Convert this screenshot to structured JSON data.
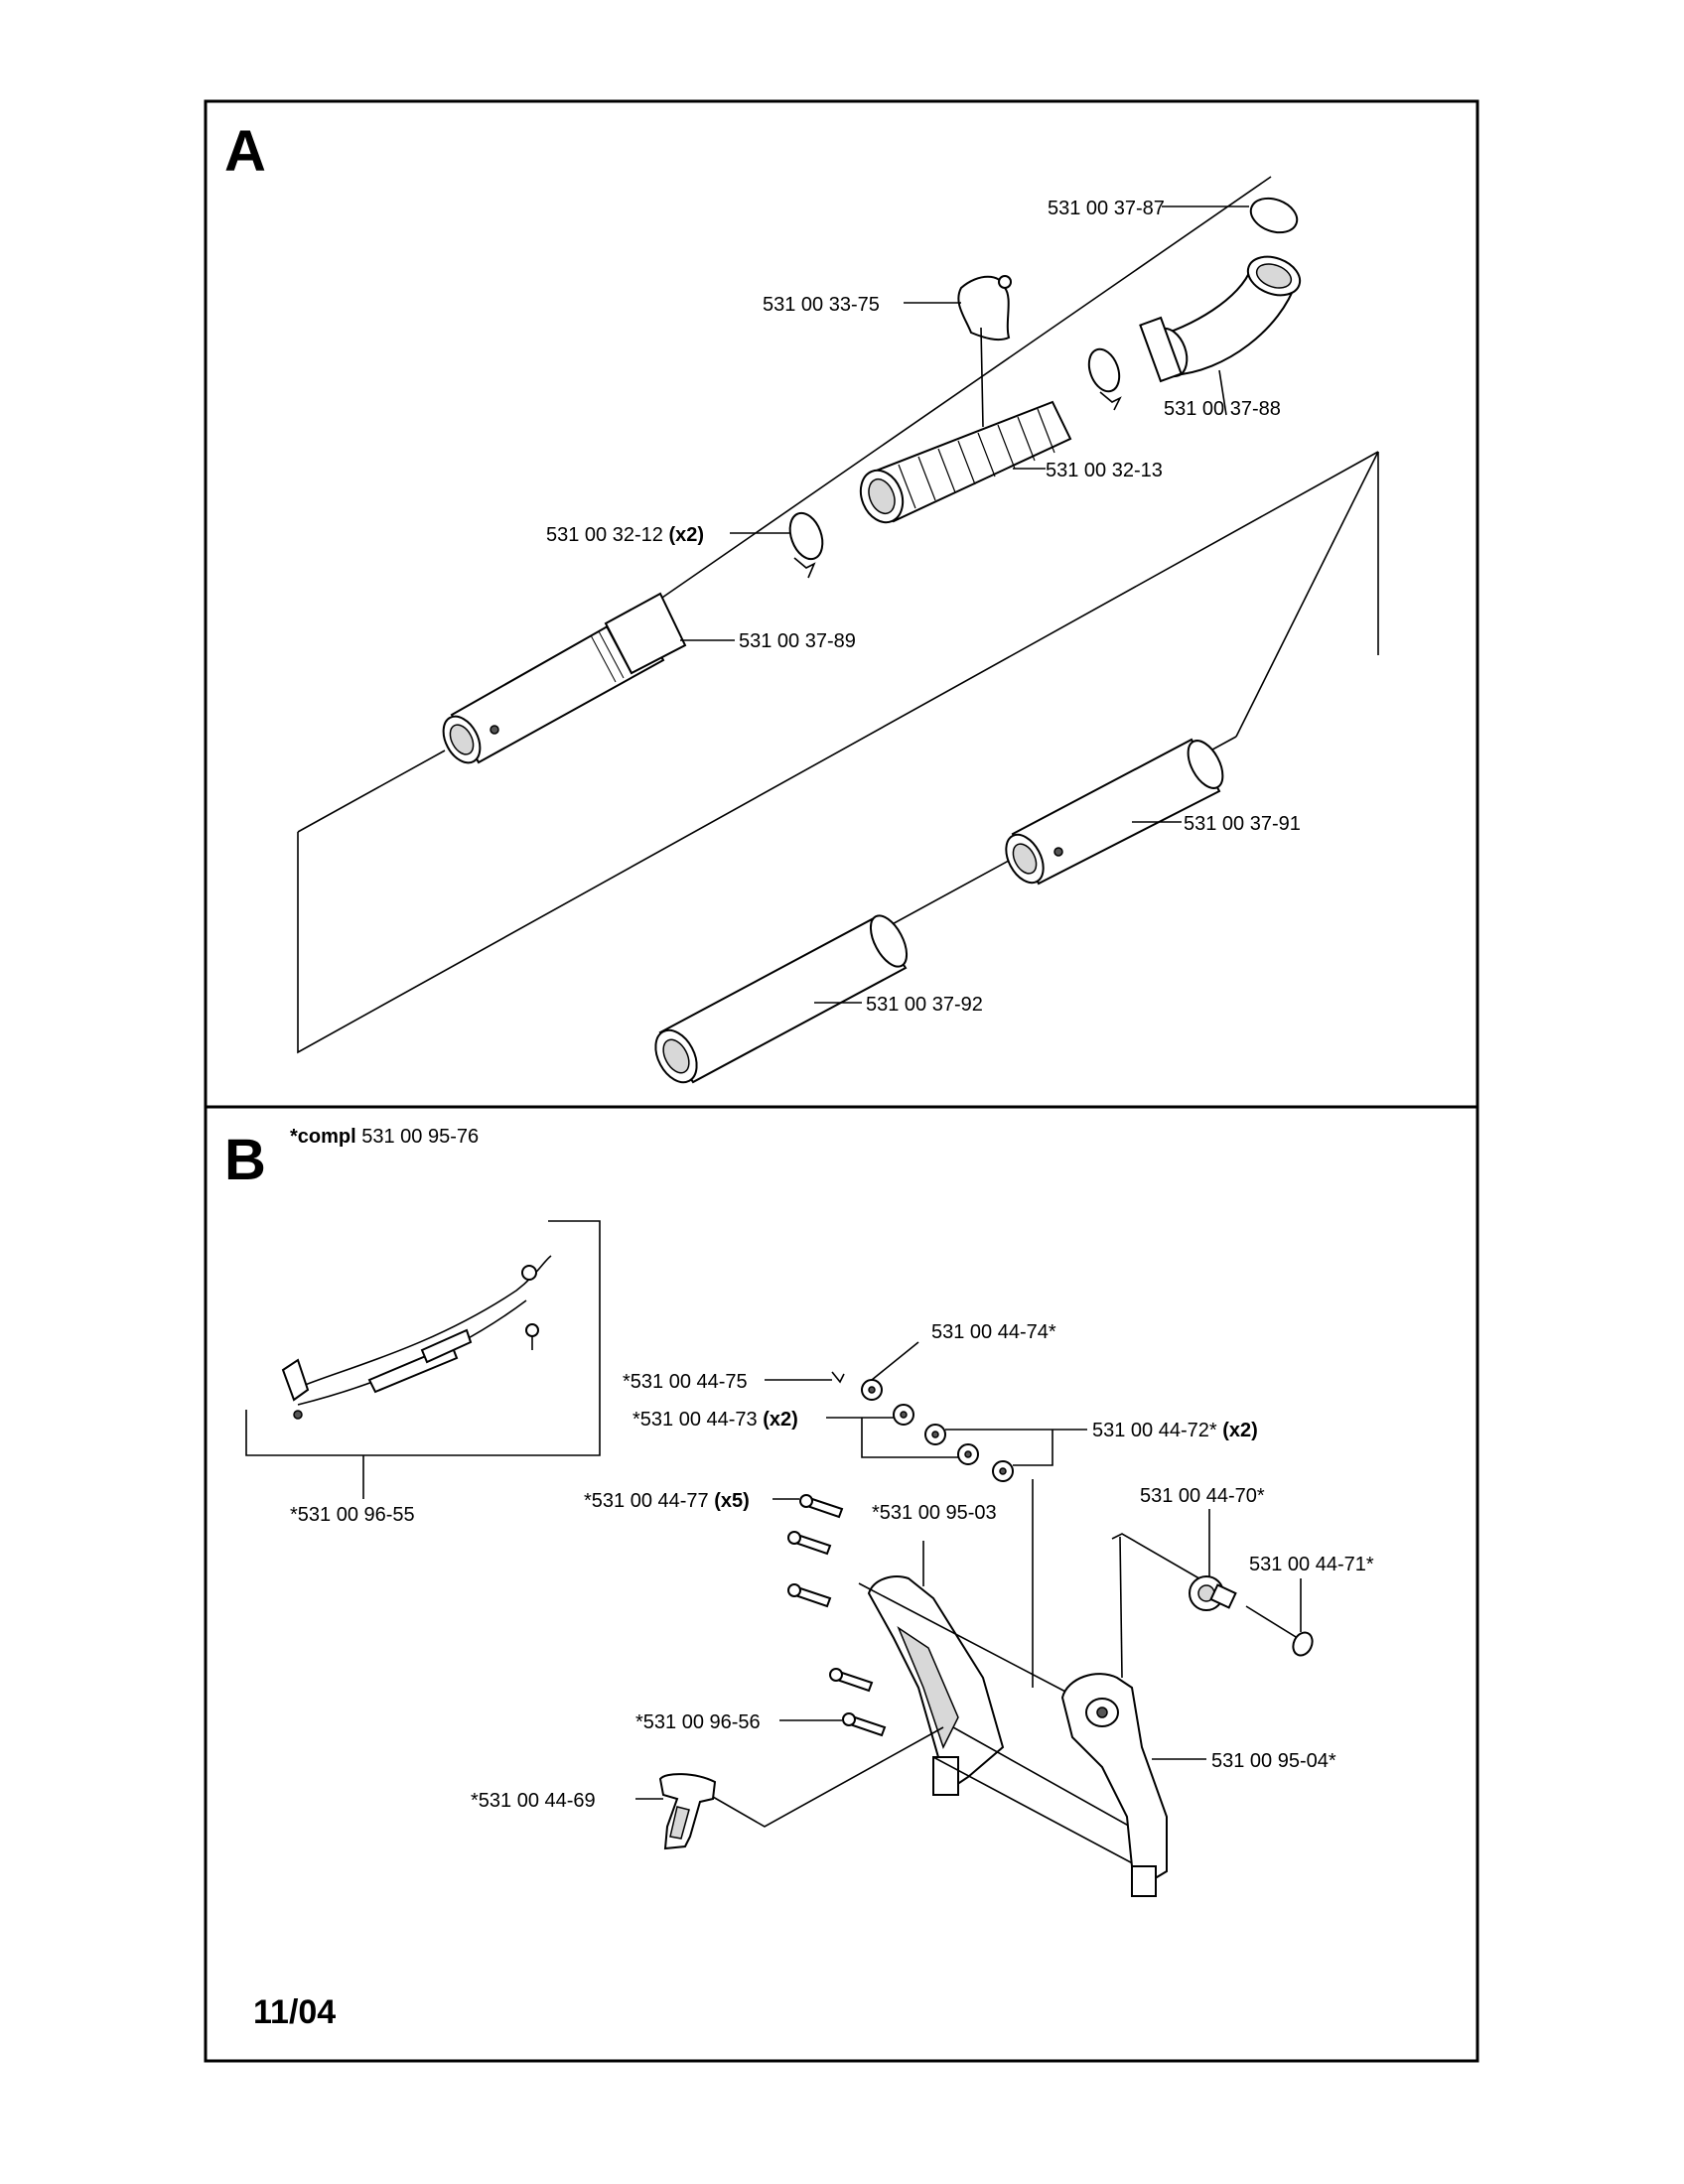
{
  "section_a": {
    "letter": "A",
    "labels": {
      "p1": "531 00 37-87",
      "p2": "531 00 33-75",
      "p3": "531 00 37-88",
      "p4": "531 00 32-13",
      "p5_num": "531 00 32-12",
      "p5_qty": "(x2)",
      "p6": "531 00 37-89",
      "p7": "531 00 37-91",
      "p8": "531 00 37-92"
    }
  },
  "section_b": {
    "letter": "B",
    "kit_prefix": "*compl",
    "kit_number": "531 00 95-76",
    "labels": {
      "q1": "*531 00 96-55",
      "q2": "531 00 44-74*",
      "q3": "*531 00 44-75",
      "q4_num": "*531 00 44-73",
      "q4_qty": "(x2)",
      "q5_num": "531 00 44-72*",
      "q5_qty": "(x2)",
      "q6_num": "*531 00 44-77",
      "q6_qty": "(x5)",
      "q7": "*531 00 95-03",
      "q8": "531 00 44-70*",
      "q9": "531 00 44-71*",
      "q10": "*531 00 96-56",
      "q11": "531 00 95-04*",
      "q12": "*531 00 44-69"
    }
  },
  "footer": {
    "date": "11/04"
  }
}
